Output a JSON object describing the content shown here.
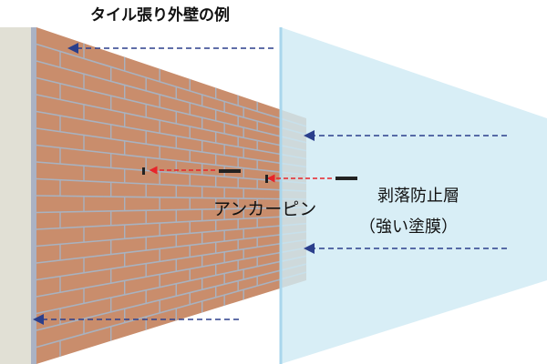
{
  "title": "タイル張り外壁の例",
  "labels": {
    "anchor_pin": "アンカーピン",
    "layer_name": "剥落防止層",
    "layer_note": "（強い塗膜）"
  },
  "colors": {
    "background": "#ffffff",
    "wall_face": "#e1e0d5",
    "wall_edge": "#aab2c4",
    "tile": "#c98d6c",
    "grout": "#a8b2c0",
    "coating": "#cfeaf4",
    "coating_edge": "#a9d6ec",
    "blue_arrow": "#2b3f8c",
    "red_arrow": "#e8242a",
    "pin": "#222222"
  }
}
